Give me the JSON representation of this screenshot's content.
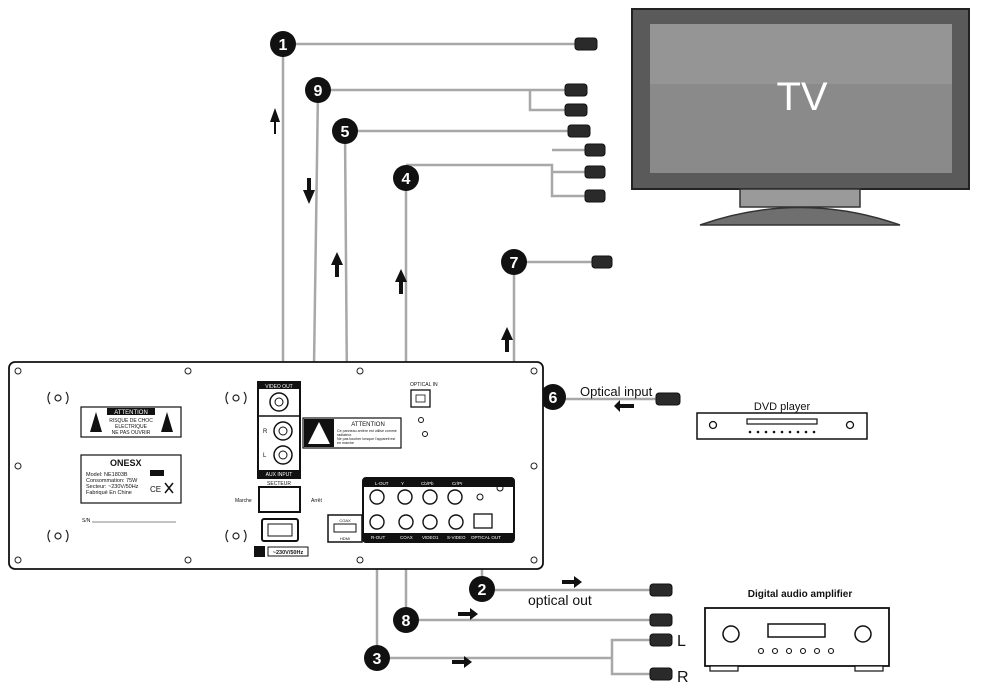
{
  "tv": {
    "label": "TV"
  },
  "callouts": [
    {
      "num": "1"
    },
    {
      "num": "2"
    },
    {
      "num": "3"
    },
    {
      "num": "4"
    },
    {
      "num": "5"
    },
    {
      "num": "6"
    },
    {
      "num": "7"
    },
    {
      "num": "8"
    },
    {
      "num": "9"
    }
  ],
  "connections": {
    "optical_input": "Optical input",
    "optical_out": "optical out",
    "left": "L",
    "right": "R"
  },
  "devices": {
    "dvd_player": "DVD player",
    "amplifier": "Digital audio amplifier"
  },
  "panel": {
    "video_out": "VIDEO OUT",
    "aux_input": "AUX INPUT",
    "aux_r": "R",
    "aux_l": "L",
    "optical_in": "OPTICAL IN",
    "secteur": "SECTEUR",
    "marche": "Marche",
    "arret": "Arrêt",
    "power": "~230V/50Hz",
    "sn": "S/N",
    "attention_title": "ATTENTION",
    "warning_lines": [
      "RISQUE DE CHOC",
      "ELECTRIQUE",
      "NE PAS OUVRIR"
    ],
    "attention2_title": "ATTENTION",
    "attention2_lines": [
      "Ce panneau arrière est utilisé comme",
      "radiateur.",
      "Ne pas toucher lorsque l'appareil est",
      "en marche"
    ],
    "brand": "ONESX",
    "model_lines": [
      "Model: NE1803B",
      "Consommation: 75W",
      "Secteur: ~230V/50Hz",
      "Fabriqué En Chine"
    ],
    "ce_mark": "CE",
    "jacks_top": [
      "L-OUT",
      "Y",
      "Cb/Pb",
      "Cr/Pr"
    ],
    "jacks_bottom": [
      "HDMI",
      "R-OUT",
      "COAX",
      "VIDEO1",
      "S-VIDEO",
      "OPTICAL OUT"
    ],
    "coax_label": "COAX"
  }
}
